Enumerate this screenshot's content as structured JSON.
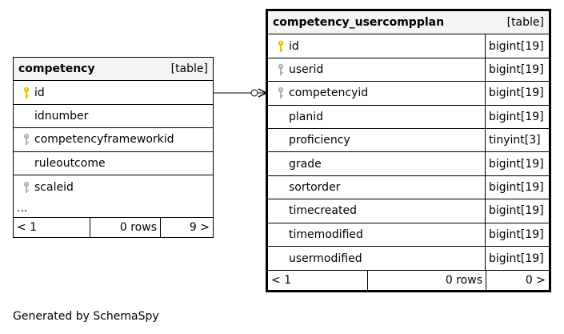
{
  "left_table": {
    "name": "competency",
    "tag": "[table]",
    "columns": [
      {
        "name": "id",
        "key": "primary"
      },
      {
        "name": "idnumber",
        "key": "none"
      },
      {
        "name": "competencyframeworkid",
        "key": "foreign"
      },
      {
        "name": "ruleoutcome",
        "key": "none"
      },
      {
        "name": "scaleid",
        "key": "foreign"
      }
    ],
    "ellipsis": "...",
    "footer": {
      "prev": "< 1",
      "rows": "0 rows",
      "next": "9 >"
    }
  },
  "right_table": {
    "name": "competency_usercompplan",
    "tag": "[table]",
    "columns": [
      {
        "name": "id",
        "type": "bigint[19]",
        "key": "primary"
      },
      {
        "name": "userid",
        "type": "bigint[19]",
        "key": "foreign"
      },
      {
        "name": "competencyid",
        "type": "bigint[19]",
        "key": "foreign"
      },
      {
        "name": "planid",
        "type": "bigint[19]",
        "key": "none"
      },
      {
        "name": "proficiency",
        "type": "tinyint[3]",
        "key": "none"
      },
      {
        "name": "grade",
        "type": "bigint[19]",
        "key": "none"
      },
      {
        "name": "sortorder",
        "type": "bigint[19]",
        "key": "none"
      },
      {
        "name": "timecreated",
        "type": "bigint[19]",
        "key": "none"
      },
      {
        "name": "timemodified",
        "type": "bigint[19]",
        "key": "none"
      },
      {
        "name": "usermodified",
        "type": "bigint[19]",
        "key": "none"
      }
    ],
    "footer": {
      "prev": "< 1",
      "rows": "0 rows",
      "next": "0 >"
    }
  },
  "colors": {
    "primary_key": "#e8c400",
    "foreign_key": "#b0b0b0",
    "header_bg": "#f4f4f4"
  },
  "credit": "Generated by SchemaSpy"
}
